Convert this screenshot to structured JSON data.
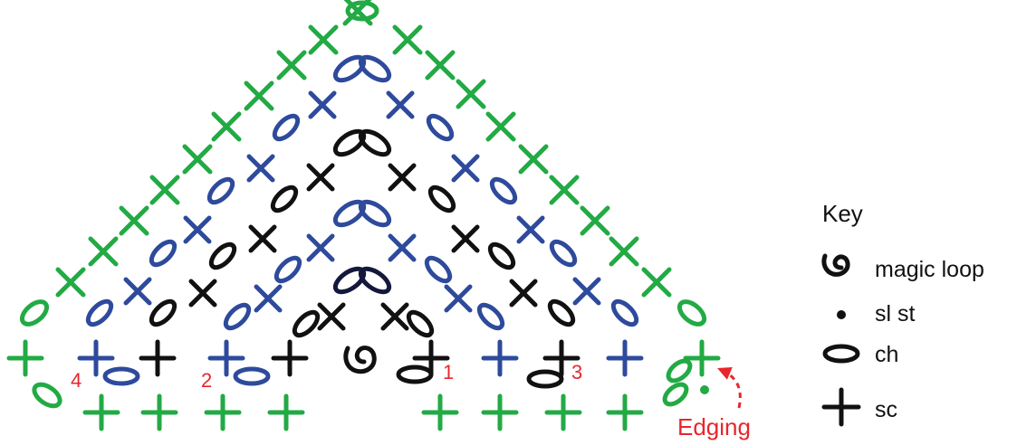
{
  "colors": {
    "black": "#111111",
    "navy": "#14183c",
    "blue": "#2e4a9c",
    "green": "#22aa44",
    "red": "#e8262c"
  },
  "stitch_icons": {
    "sc": "plus-icon",
    "crossed_sc": "x-icon",
    "ch": "oval-icon",
    "sl_st": "dot-icon",
    "magic_loop": "spiral-icon"
  },
  "row_labels": [
    "4",
    "2",
    "1",
    "3"
  ],
  "edging_label": "Edging",
  "key": {
    "title": "Key",
    "items": [
      {
        "symbol": "magic-loop",
        "label": "magic loop"
      },
      {
        "symbol": "sl-st",
        "label": "sl st"
      },
      {
        "symbol": "ch",
        "label": "ch"
      },
      {
        "symbol": "sc",
        "label": "sc"
      }
    ]
  }
}
